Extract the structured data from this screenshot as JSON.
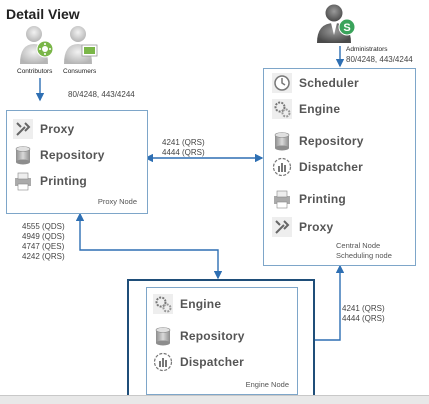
{
  "title": "Detail View",
  "people": {
    "contributors": "Contributors",
    "consumers": "Consumers",
    "administrators": "Administrators"
  },
  "ports": {
    "user_access": "80/4248, 443/4244",
    "admin_access": "80/4248, 443/4244",
    "proxy_central": "4241 (QRS)\n4444 (QRS)",
    "proxy_engine": "4555 (QDS)\n4949 (QDS)\n4747 (QES)\n4242 (QRS)",
    "central_engine": "4241 (QRS)\n4444 (QRS)"
  },
  "proxy_node": {
    "label": "Proxy Node",
    "services": [
      "Proxy",
      "Repository",
      "Printing"
    ]
  },
  "central_node": {
    "label_line1": "Central Node",
    "label_line2": "Scheduling node",
    "services": [
      "Scheduler",
      "Engine",
      "Repository",
      "Dispatcher",
      "Printing",
      "Proxy"
    ]
  },
  "engine_node": {
    "label": "Engine Node",
    "services": [
      "Engine",
      "Repository",
      "Dispatcher"
    ]
  },
  "colors": {
    "line": "#2e6fb3",
    "box_border": "#7ea6c9",
    "engine_outer_border": "#1f4e79",
    "user_badge": "#7ab648",
    "admin_badge": "#3aa35b"
  }
}
